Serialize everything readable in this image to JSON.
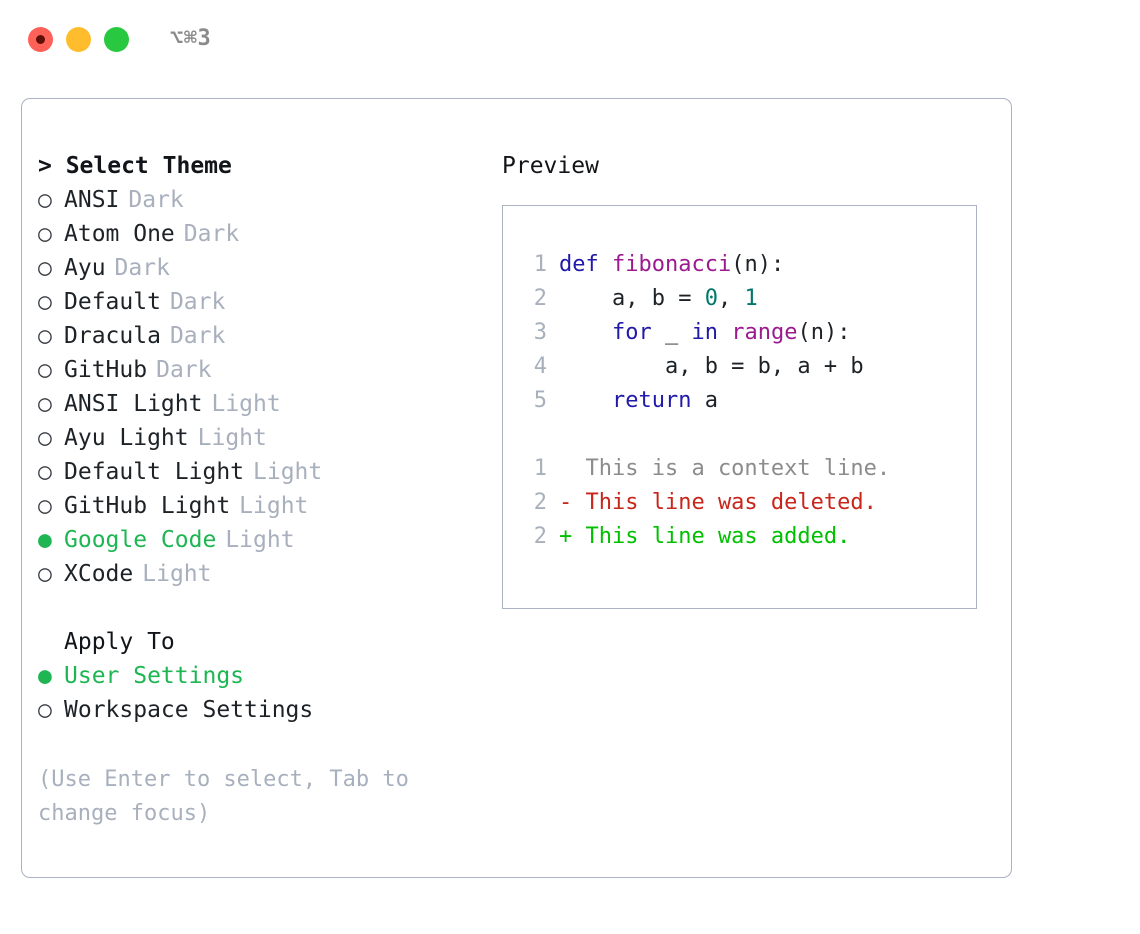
{
  "window": {
    "shortcut": "⌥⌘3",
    "traffic_lights": [
      {
        "name": "close",
        "color": "#ff6058"
      },
      {
        "name": "minimize",
        "color": "#ffbd2e"
      },
      {
        "name": "maximize",
        "color": "#28c840"
      }
    ]
  },
  "theme_picker": {
    "header": "> Select Theme",
    "options": [
      {
        "bullet": "○",
        "label": "ANSI",
        "tag": "Dark",
        "selected": false
      },
      {
        "bullet": "○",
        "label": "Atom One",
        "tag": "Dark",
        "selected": false
      },
      {
        "bullet": "○",
        "label": "Ayu",
        "tag": "Dark",
        "selected": false
      },
      {
        "bullet": "○",
        "label": "Default",
        "tag": "Dark",
        "selected": false
      },
      {
        "bullet": "○",
        "label": "Dracula",
        "tag": "Dark",
        "selected": false
      },
      {
        "bullet": "○",
        "label": "GitHub",
        "tag": "Dark",
        "selected": false
      },
      {
        "bullet": "○",
        "label": "ANSI Light",
        "tag": "Light",
        "selected": false
      },
      {
        "bullet": "○",
        "label": "Ayu Light",
        "tag": "Light",
        "selected": false
      },
      {
        "bullet": "○",
        "label": "Default Light",
        "tag": "Light",
        "selected": false
      },
      {
        "bullet": "○",
        "label": "GitHub Light",
        "tag": "Light",
        "selected": false
      },
      {
        "bullet": "●",
        "label": "Google Code",
        "tag": "Light",
        "selected": true
      },
      {
        "bullet": "○",
        "label": "XCode",
        "tag": "Light",
        "selected": false
      }
    ]
  },
  "apply_to": {
    "header": "Apply To",
    "options": [
      {
        "bullet": "●",
        "label": "User Settings",
        "tag": "",
        "selected": true
      },
      {
        "bullet": "○",
        "label": "Workspace Settings",
        "tag": "",
        "selected": false
      }
    ]
  },
  "hint": "(Use Enter to select, Tab to change focus)",
  "preview": {
    "label": "Preview",
    "code_lines": [
      {
        "lineno": "1",
        "tokens": [
          {
            "text": "def ",
            "type": "kw"
          },
          {
            "text": "fibonacci",
            "type": "fn"
          },
          {
            "text": "(n):",
            "type": "plain"
          }
        ]
      },
      {
        "lineno": "2",
        "tokens": [
          {
            "text": "    a, b = ",
            "type": "plain"
          },
          {
            "text": "0",
            "type": "num"
          },
          {
            "text": ", ",
            "type": "plain"
          },
          {
            "text": "1",
            "type": "num"
          }
        ]
      },
      {
        "lineno": "3",
        "tokens": [
          {
            "text": "    ",
            "type": "plain"
          },
          {
            "text": "for",
            "type": "kw"
          },
          {
            "text": " _ ",
            "type": "plain"
          },
          {
            "text": "in",
            "type": "kw"
          },
          {
            "text": " ",
            "type": "plain"
          },
          {
            "text": "range",
            "type": "fn"
          },
          {
            "text": "(n):",
            "type": "plain"
          }
        ]
      },
      {
        "lineno": "4",
        "tokens": [
          {
            "text": "        a, b = b, a + b",
            "type": "plain"
          }
        ]
      },
      {
        "lineno": "5",
        "tokens": [
          {
            "text": "    ",
            "type": "plain"
          },
          {
            "text": "return",
            "type": "kw"
          },
          {
            "text": " a",
            "type": "plain"
          }
        ]
      }
    ],
    "diff_lines": [
      {
        "lineno": "1",
        "marker": " ",
        "text": " This is a context line.",
        "kind": "ctx"
      },
      {
        "lineno": "2",
        "marker": "-",
        "text": " This line was deleted.",
        "kind": "del"
      },
      {
        "lineno": "2",
        "marker": "+",
        "text": " This line was added.",
        "kind": "add"
      }
    ]
  },
  "colors": {
    "accent_green": "#1eb653",
    "diff_add": "#00c000",
    "diff_del": "#c8251b",
    "muted": "#a8b0bd",
    "border": "#a9b3c1",
    "keyword": "#2119a8",
    "function": "#9c1a8f",
    "number": "#00796b"
  }
}
